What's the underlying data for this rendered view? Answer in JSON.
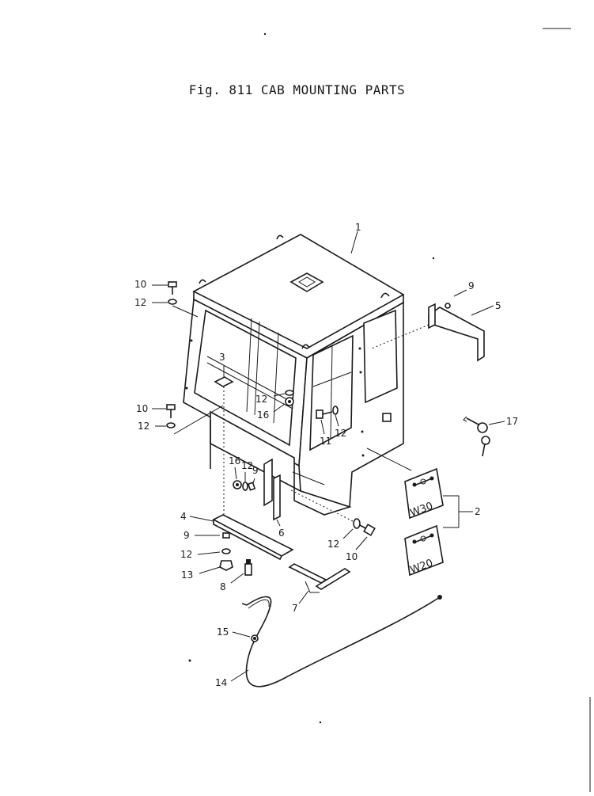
{
  "figure": {
    "title": "Fig. 811 CAB MOUNTING PARTS"
  },
  "callouts": {
    "c1": "1",
    "c2": "2",
    "c3": "3",
    "c4": "4",
    "c5": "5",
    "c6": "6",
    "c7": "7",
    "c8": "8",
    "c9a": "9",
    "c9b": "9",
    "c9c": "9",
    "c10a": "10",
    "c10b": "10",
    "c10c": "10",
    "c11": "11",
    "c12a": "12",
    "c12b": "12",
    "c12c": "12",
    "c12d": "12",
    "c12e": "12",
    "c12f": "12",
    "c12g": "12",
    "c13": "13",
    "c14": "14",
    "c15": "15",
    "c16a": "16",
    "c16b": "16",
    "c17": "17"
  },
  "plates": {
    "upper": "W30",
    "lower": "W20"
  }
}
